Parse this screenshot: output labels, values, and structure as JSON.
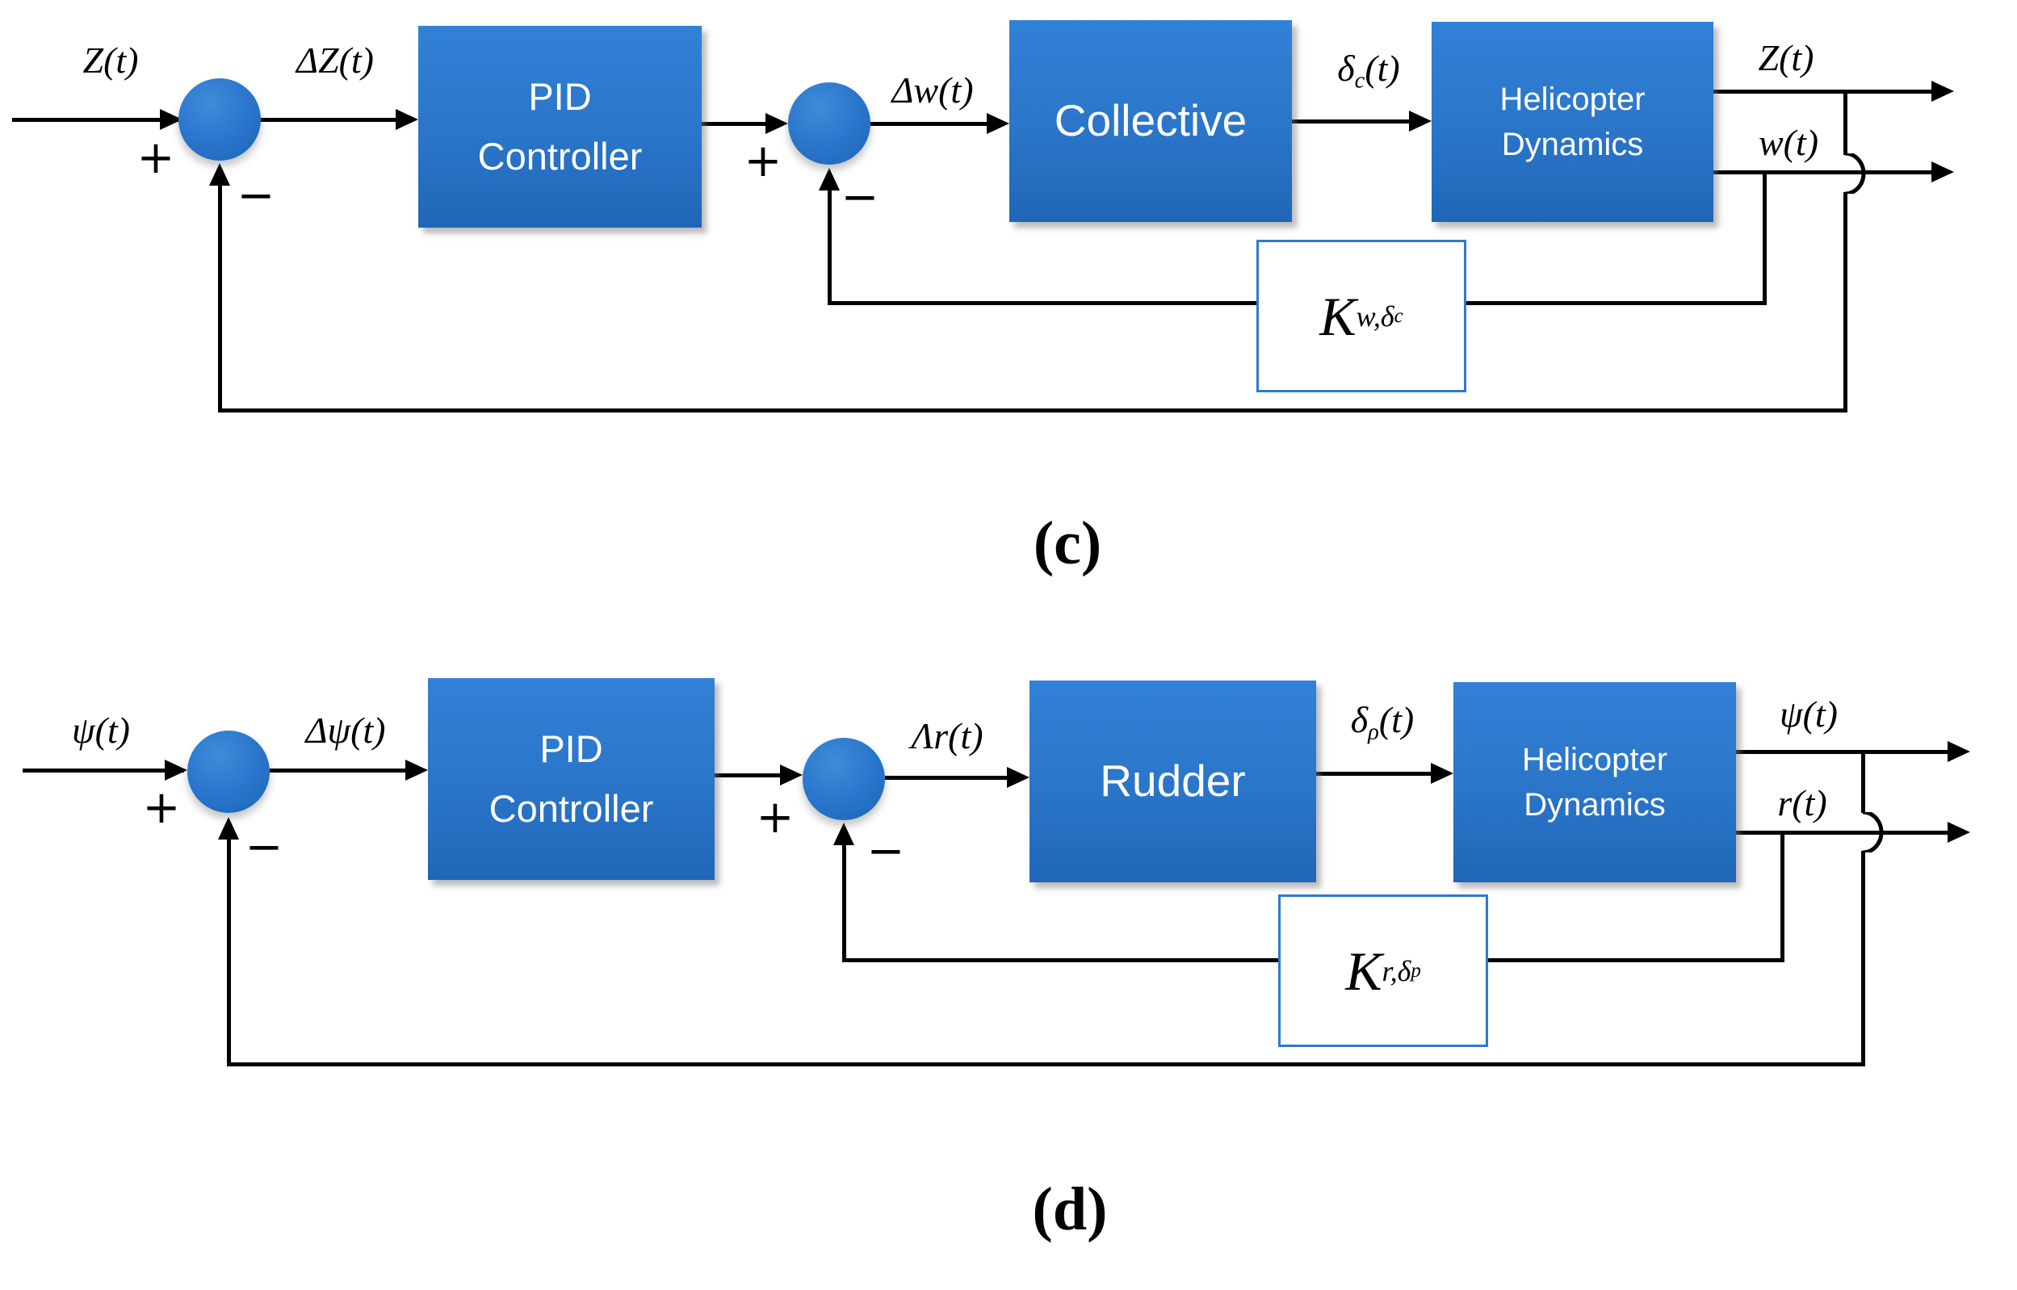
{
  "figure": {
    "type": "control-block-diagram",
    "colors": {
      "block_blue": "#2a75c8",
      "gain_box_border": "#2e79cc",
      "line_black": "#000000"
    }
  },
  "diagrams": [
    {
      "caption": "(c)",
      "input": "Z(t)",
      "sum1": {
        "plus": "+",
        "minus": "−"
      },
      "error": "ΔZ(t)",
      "controller": {
        "line1": "PID",
        "line2": "Controller"
      },
      "sum2": {
        "plus": "+",
        "minus": "−"
      },
      "control": "Δw(t)",
      "actuator": "Collective",
      "delta": {
        "base": "δ",
        "sub": "c",
        "rest": "(t)"
      },
      "plant": {
        "line1": "Helicopter",
        "line2": "Dynamics"
      },
      "outputs": {
        "primary": "Z(t)",
        "secondary": "w(t)"
      },
      "gain": {
        "base": "K",
        "sub": "w,δ",
        "subsub": "c"
      }
    },
    {
      "caption": "(d)",
      "input": "ψ(t)",
      "sum1": {
        "plus": "+",
        "minus": "−"
      },
      "error": "Δψ(t)",
      "controller": {
        "line1": "PID",
        "line2": "Controller"
      },
      "sum2": {
        "plus": "+",
        "minus": "−"
      },
      "control": "Λr(t)",
      "actuator": "Rudder",
      "delta": {
        "base": "δ",
        "sub": "ρ",
        "rest": "(t)"
      },
      "plant": {
        "line1": "Helicopter",
        "line2": "Dynamics"
      },
      "outputs": {
        "primary": "ψ(t)",
        "secondary": "r(t)"
      },
      "gain": {
        "base": "K",
        "sub": "r,δ",
        "subsub": "p"
      }
    }
  ]
}
